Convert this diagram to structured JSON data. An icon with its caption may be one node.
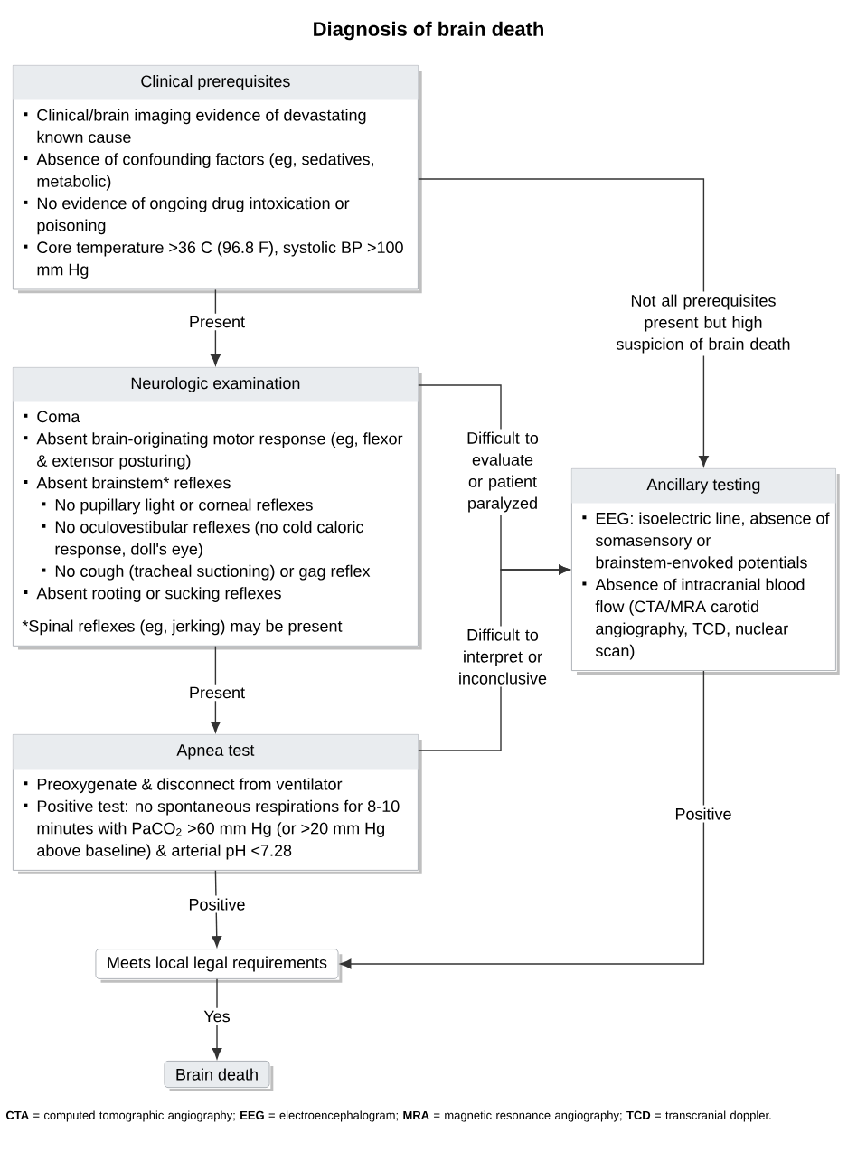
{
  "diagram": {
    "title": "Diagnosis of brain death",
    "nodes": [
      {
        "text": [
          "Clinical prerequisites",
          "Clinical/brain imaging evidence of devastating known cause",
          "Absence of confounding factors (eg, sedatives, metabolic)",
          "No evidence of ongoing drug intoxication or poisoning",
          "Core temperature >36 C (96.8 F), systolic BP >100 mm Hg"
        ]
      },
      {
        "text": [
          "Neurologic examination",
          "Coma",
          "Absent brain-originating motor response (eg, flexor & extensor posturing)",
          "Absent brainstem* reflexes",
          "No pupillary light or corneal reflexes",
          "No oculovestibular reflexes (no cold caloric response, doll's eye)",
          "No cough (tracheal suctioning) or gag reflex",
          "Absent rooting or sucking reflexes",
          "*Spinal reflexes (eg, jerking) may be present"
        ]
      },
      {
        "text": [
          "Apnea test",
          "Preoxygenate & disconnect from ventilator",
          "Positive test: no spontaneous respirations for 8-10 minutes with PaCO$_{2}$ >60 mm Hg (or >20 mm Hg above baseline) & arterial pH <7.28"
        ]
      },
      {
        "text": [
          "Ancillary testing",
          "EEG: isoelectric line, absence of somasensory or brainstem-envoked potentials",
          "Absence of intracranial blood flow (CTA/MRA carotid angiography, TCD, nuclear scan)"
        ]
      },
      {
        "text": [
          "Meets local legal requirements"
        ]
      },
      {
        "text": [
          "Brain death"
        ]
      }
    ],
    "edges": [
      {
        "from": 0,
        "to": 1,
        "arrow": "to",
        "label": "Present"
      },
      {
        "from": 1,
        "to": 2,
        "arrow": "to",
        "label": "Present"
      },
      {
        "from": 2,
        "to": 4,
        "arrow": "to",
        "label": "Positive"
      },
      {
        "from": 4,
        "to": 5,
        "arrow": "to",
        "label": "Yes"
      },
      {
        "from": 0,
        "to": 3,
        "arrow": "to",
        "label": "Not all prerequisites present but high suspicion of brain death"
      },
      {
        "from": 1,
        "to": 3,
        "arrow": "to",
        "label": "Difficult to evaluate or patient paralyzed"
      },
      {
        "from": 2,
        "to": 3,
        "arrow": "to",
        "label": "Difficult to interpret or inconclusive"
      },
      {
        "from": 3,
        "to": 4,
        "arrow": "to",
        "label": "Positive"
      }
    ],
    "labels": [
      "**CTA** = computed tomographic angiography; **EEG** = electroencephalogram; **MRA** = magnetic resonance angiography; **TCD** = transcranial doppler."
    ]
  }
}
